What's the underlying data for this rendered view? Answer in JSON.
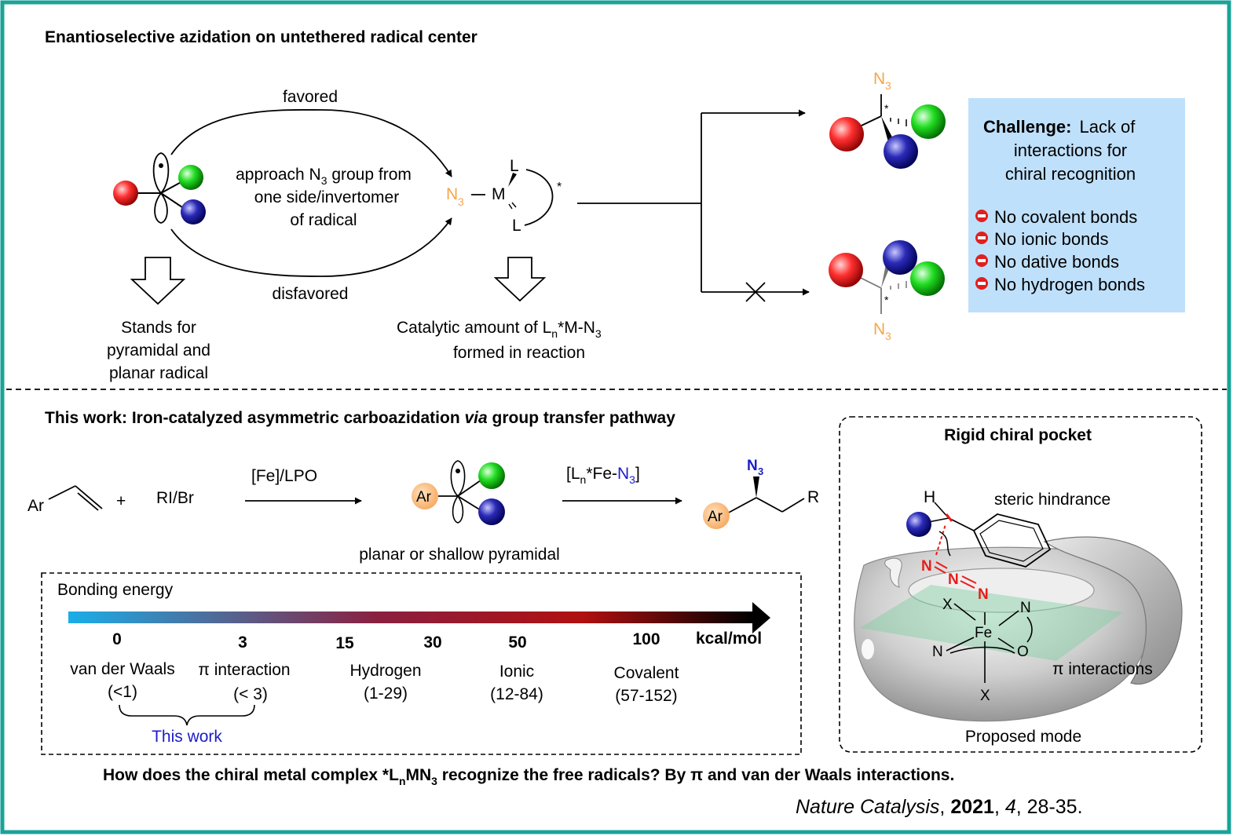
{
  "top": {
    "title": "Enantioselective azidation on untethered radical center",
    "favored": "favored",
    "disfavored": "disfavored",
    "approach": [
      "approach N",
      "3",
      " group from",
      "one side/invertomer",
      "of radical"
    ],
    "stands_for": [
      "Stands for",
      "pyramidal and",
      "planar radical"
    ],
    "catalytic": [
      "Catalytic amount of L",
      "n",
      "*M-N",
      "3"
    ],
    "formed": "formed in reaction",
    "catalyst": {
      "n3": "N",
      "n3_sub": "3",
      "m": "M",
      "l": "L",
      "star": "*"
    },
    "product": {
      "n3": "N",
      "n3_sub": "3",
      "star": "*"
    }
  },
  "challenge": {
    "heading": "Challenge:",
    "line1_rest": "Lack of",
    "line2": "interactions for",
    "line3": "chiral recognition",
    "items": [
      "No covalent bonds",
      "No ionic bonds",
      "No dative bonds",
      "No hydrogen bonds"
    ]
  },
  "bottom": {
    "title_prefix": "This work:  Iron-catalyzed asymmetric carboazidation ",
    "title_via": "via",
    "title_suffix": " group transfer pathway",
    "ar": "Ar",
    "plus": "+",
    "rxbr": "RI/Br",
    "fe_lpo": "[Fe]/LPO",
    "reagent": [
      "[L",
      "n",
      "*Fe-",
      "N",
      "3",
      "]"
    ],
    "planar": "planar or shallow pyramidal",
    "product_n3": [
      "N",
      "3"
    ],
    "product_r": "R"
  },
  "energy": {
    "label": "Bonding energy",
    "unit": "kcal/mol",
    "ticks": [
      "0",
      "3",
      "15",
      "30",
      "50",
      "100"
    ],
    "cats": [
      {
        "name": "van der Waals",
        "range": "(<1)"
      },
      {
        "name": "π interaction",
        "range": "(< 3)"
      },
      {
        "name": "Hydrogen",
        "range": "(1-29)"
      },
      {
        "name": "Ionic",
        "range": "(12-84)"
      },
      {
        "name": "Covalent",
        "range": "(57-152)"
      }
    ],
    "this_work": "This work",
    "gradient_colors": [
      "#1aaee8",
      "#8a2040",
      "#b01010",
      "#000000"
    ]
  },
  "pocket": {
    "title": "Rigid chiral pocket",
    "steric": "steric hindrance",
    "pi": "π interactions",
    "proposed": "Proposed mode",
    "h": "H",
    "fe": "Fe",
    "x": "X",
    "n": "N",
    "o": "O"
  },
  "question": [
    "How does the chiral metal complex  *L",
    "n",
    "MN",
    "3",
    " recognize the free radicals? By π and van der Waals interactions."
  ],
  "citation": {
    "journal": "Nature Catalysis",
    "year": "2021",
    "volume": "4",
    "pages": ", 28-35."
  },
  "colors": {
    "frame": "#1aa39a",
    "azide": "#f5a54a",
    "challenge_bg": "#bfe0fb",
    "this_work": "#1c1cc8",
    "red_azide": "#e81c1c"
  }
}
